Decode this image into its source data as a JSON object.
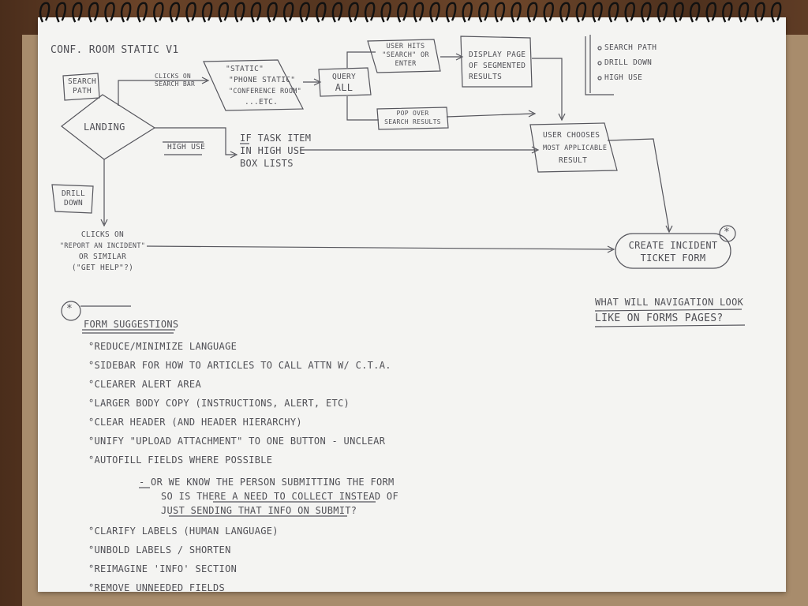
{
  "title": "CONF. ROOM STATIC  V1",
  "search_path_label": "SEARCH PATH",
  "landing_label": "LANDING",
  "high_use_label": "HIGH USE",
  "drill_down_label": "DRILL DOWN",
  "edge_clicks_search_bar": "CLICKS ON SEARCH BAR",
  "search_terms": [
    "\"STATIC\"",
    "\"PHONE STATIC\"",
    "\"CONFERENCE ROOM\"",
    "...ETC."
  ],
  "query_all": [
    "QUERY",
    "ALL"
  ],
  "user_hits_search": [
    "USER HITS",
    "\"SEARCH\" OR",
    "ENTER"
  ],
  "display_page": [
    "DISPLAY PAGE",
    "OF SEGMENTED",
    "RESULTS"
  ],
  "pop_over": [
    "POP OVER",
    "SEARCH RESULTS"
  ],
  "if_task_item": [
    "IF TASK ITEM",
    "IN HIGH USE",
    "BOX LISTS"
  ],
  "user_chooses": [
    "USER CHOOSES",
    "MOST APPLICABLE",
    "RESULT"
  ],
  "clicks_report": [
    "CLICKS ON",
    "\"REPORT AN INCIDENT\"",
    "OR SIMILAR",
    "(\"GET HELP\"?)"
  ],
  "create_incident": [
    "CREATE INCIDENT",
    "TICKET FORM"
  ],
  "legend": [
    "SEARCH PATH",
    "DRILL DOWN",
    "HIGH USE"
  ],
  "navigation_question": [
    "WHAT WILL NAVIGATION LOOK",
    "LIKE ON FORMS PAGES?"
  ],
  "asterisk": "*",
  "form_suggestions_title": "FORM SUGGESTIONS",
  "suggestions": [
    "REDUCE/MINIMIZE LANGUAGE",
    "SIDEBAR FOR HOW TO ARTICLES TO CALL ATTN W/ C.T.A.",
    "CLEARER ALERT AREA",
    "LARGER BODY COPY (INSTRUCTIONS, ALERT, ETC)",
    "CLEAR HEADER (AND HEADER HIERARCHY)",
    "UNIFY \"UPLOAD ATTACHMENT\" TO ONE BUTTON - UNCLEAR",
    "AUTOFILL FIELDS WHERE POSSIBLE"
  ],
  "autofill_note": [
    "- OR  WE KNOW THE PERSON SUBMITTING THE FORM",
    "SO IS THERE A NEED TO COLLECT INSTEAD OF",
    "JUST SENDING THAT INFO ON SUBMIT?"
  ],
  "suggestions_2": [
    "CLARIFY LABELS (HUMAN LANGUAGE)",
    "UNBOLD LABELS / SHORTEN",
    "REIMAGINE 'INFO' SECTION",
    "REMOVE UNNEEDED FIELDS"
  ]
}
